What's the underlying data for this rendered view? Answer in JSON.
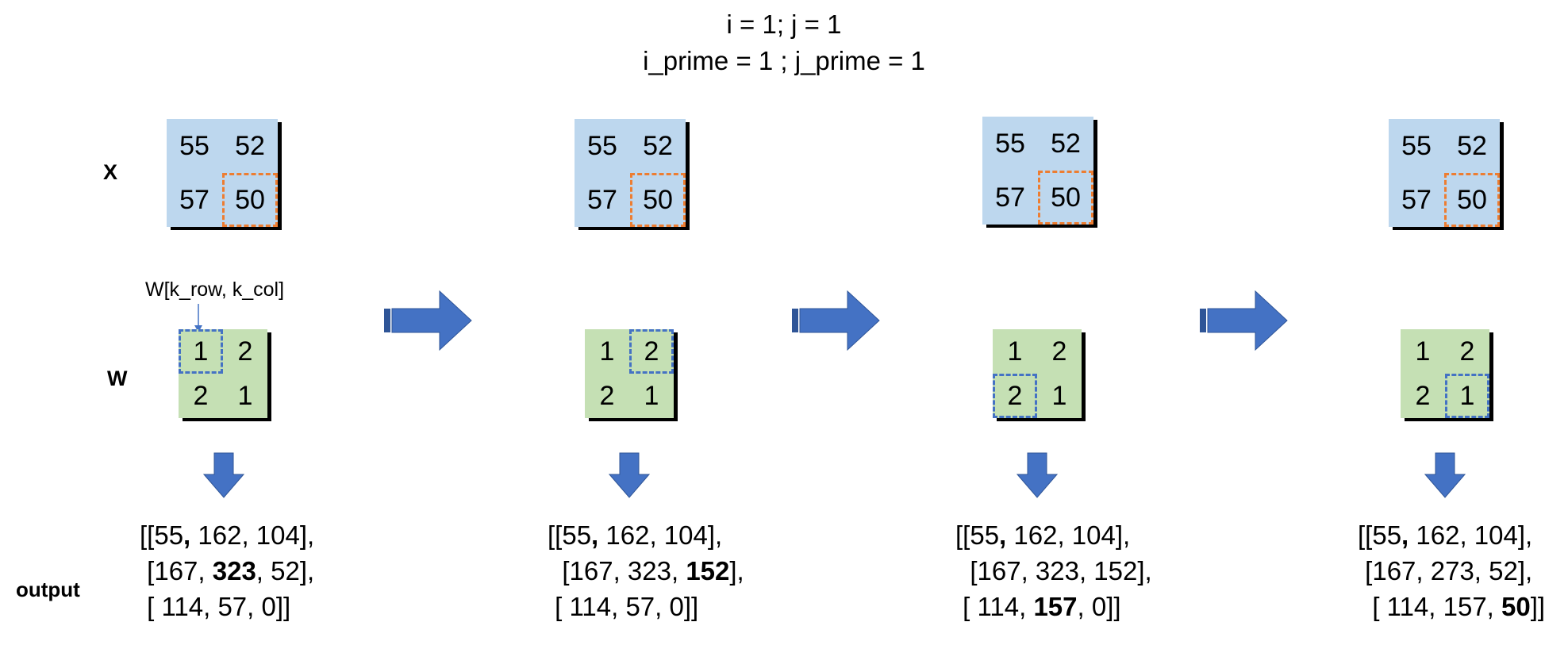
{
  "header": {
    "line1": "i = 1; j = 1",
    "line2": "i_prime = 1 ; j_prime = 1"
  },
  "labels": {
    "x": "X",
    "w": "W",
    "output": "output"
  },
  "w_index_label": "W[k_row, k_col]",
  "x_matrix": [
    "55",
    "52",
    "57",
    "50"
  ],
  "w_matrix": [
    "1",
    "2",
    "2",
    "1"
  ],
  "steps": [
    {
      "w_highlight": "00",
      "out_l1a": "[[55",
      "out_l1b": ",",
      "out_l1c": " 162, 104],",
      "out_l2a": " [167, ",
      "out_l2b": "323",
      "out_l2c": ", 52],",
      "out_l3a": " [ 114, 57, 0]]",
      "out_l3b": "",
      "out_l3c": ""
    },
    {
      "w_highlight": "01",
      "out_l1a": "[[55",
      "out_l1b": ",",
      "out_l1c": " 162, 104],",
      "out_l2a": "  [167, 323, ",
      "out_l2b": "152",
      "out_l2c": "],",
      "out_l3a": " [ 114, 57, 0]]",
      "out_l3b": "",
      "out_l3c": ""
    },
    {
      "w_highlight": "10",
      "out_l1a": "[[55",
      "out_l1b": ",",
      "out_l1c": " 162, 104],",
      "out_l2a": "  [167, 323, 152],",
      "out_l2b": "",
      "out_l2c": "",
      "out_l3a": " [ 114, ",
      "out_l3b": "157",
      "out_l3c": ", 0]]"
    },
    {
      "w_highlight": "11",
      "out_l1a": "[[55",
      "out_l1b": ",",
      "out_l1c": " 162, 104],",
      "out_l2a": " [167, 273, 52],",
      "out_l2b": "",
      "out_l2c": "",
      "out_l3a": "  [ 114, 157, ",
      "out_l3b": "50",
      "out_l3c": "]]"
    }
  ],
  "colors": {
    "x_fill": "#bdd7ee",
    "w_fill": "#c5e0b4",
    "x_highlight": "#ed7d31",
    "w_highlight": "#4472c4",
    "arrow": "#4472c4"
  }
}
